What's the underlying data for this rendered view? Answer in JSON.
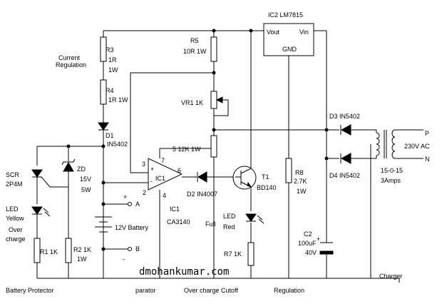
{
  "ic2": {
    "name": "IC2 LM7815",
    "vout": "Vout",
    "vin": "Vin",
    "gnd": "GND"
  },
  "r3": {
    "name": "R3",
    "value": "1R",
    "power": "1W"
  },
  "r4": {
    "name": "R4",
    "value": "1R 1W"
  },
  "current_regulation": {
    "line1": "Current",
    "line2": "Regulation"
  },
  "r5": {
    "name": "R5",
    "value": "10R 1W"
  },
  "vr1": {
    "label": "VR1 1K"
  },
  "r6": {
    "label": "5 12K 1W"
  },
  "d1": {
    "name": "D1",
    "value": "IN5402"
  },
  "zd": {
    "name": "ZD",
    "voltage": "15V",
    "power": "5W"
  },
  "scr": {
    "name": "SCR",
    "value": "2P4M"
  },
  "led_yellow": {
    "line1": "LED",
    "line2": "Yellow",
    "line3": "Over",
    "line4": "charge"
  },
  "r1": {
    "label": "R1 1K"
  },
  "r2": {
    "name": "R2 1K",
    "power": "1W"
  },
  "ic1": {
    "name": "IC1",
    "device": "CA3140",
    "pin2": "2",
    "pin3": "3",
    "pin4": "4",
    "pin6": "6",
    "pin7": "7"
  },
  "d2": {
    "label": "D2 IN4007"
  },
  "t1": {
    "name": "T1",
    "value": "BD140"
  },
  "led_red": {
    "line1": "LED",
    "line2": "Red",
    "full": "Full"
  },
  "r7": {
    "label": "R7 1K"
  },
  "r8": {
    "name": "R8",
    "value": "2.7K",
    "power": "1W"
  },
  "battery": {
    "label": "12V Battery",
    "plus": "+",
    "minus": "-",
    "term_a": "A",
    "term_b": "B"
  },
  "c2": {
    "name": "C2",
    "value": "100uF",
    "voltage": "40V"
  },
  "d3": {
    "label": "D3 IN5402"
  },
  "d4": {
    "label": "D4 IN5402"
  },
  "transformer": {
    "rating": "15-0-15",
    "current": "3Amps",
    "p": "P",
    "n": "N",
    "ac": "230V AC"
  },
  "website": "dmohankumar.com",
  "sections": {
    "battery_protector": "Battery Protector",
    "comparator": "parator",
    "overcharge_cutoff": "Over charge Cutoff",
    "regulation": "Regulation",
    "charger": "Charger"
  }
}
